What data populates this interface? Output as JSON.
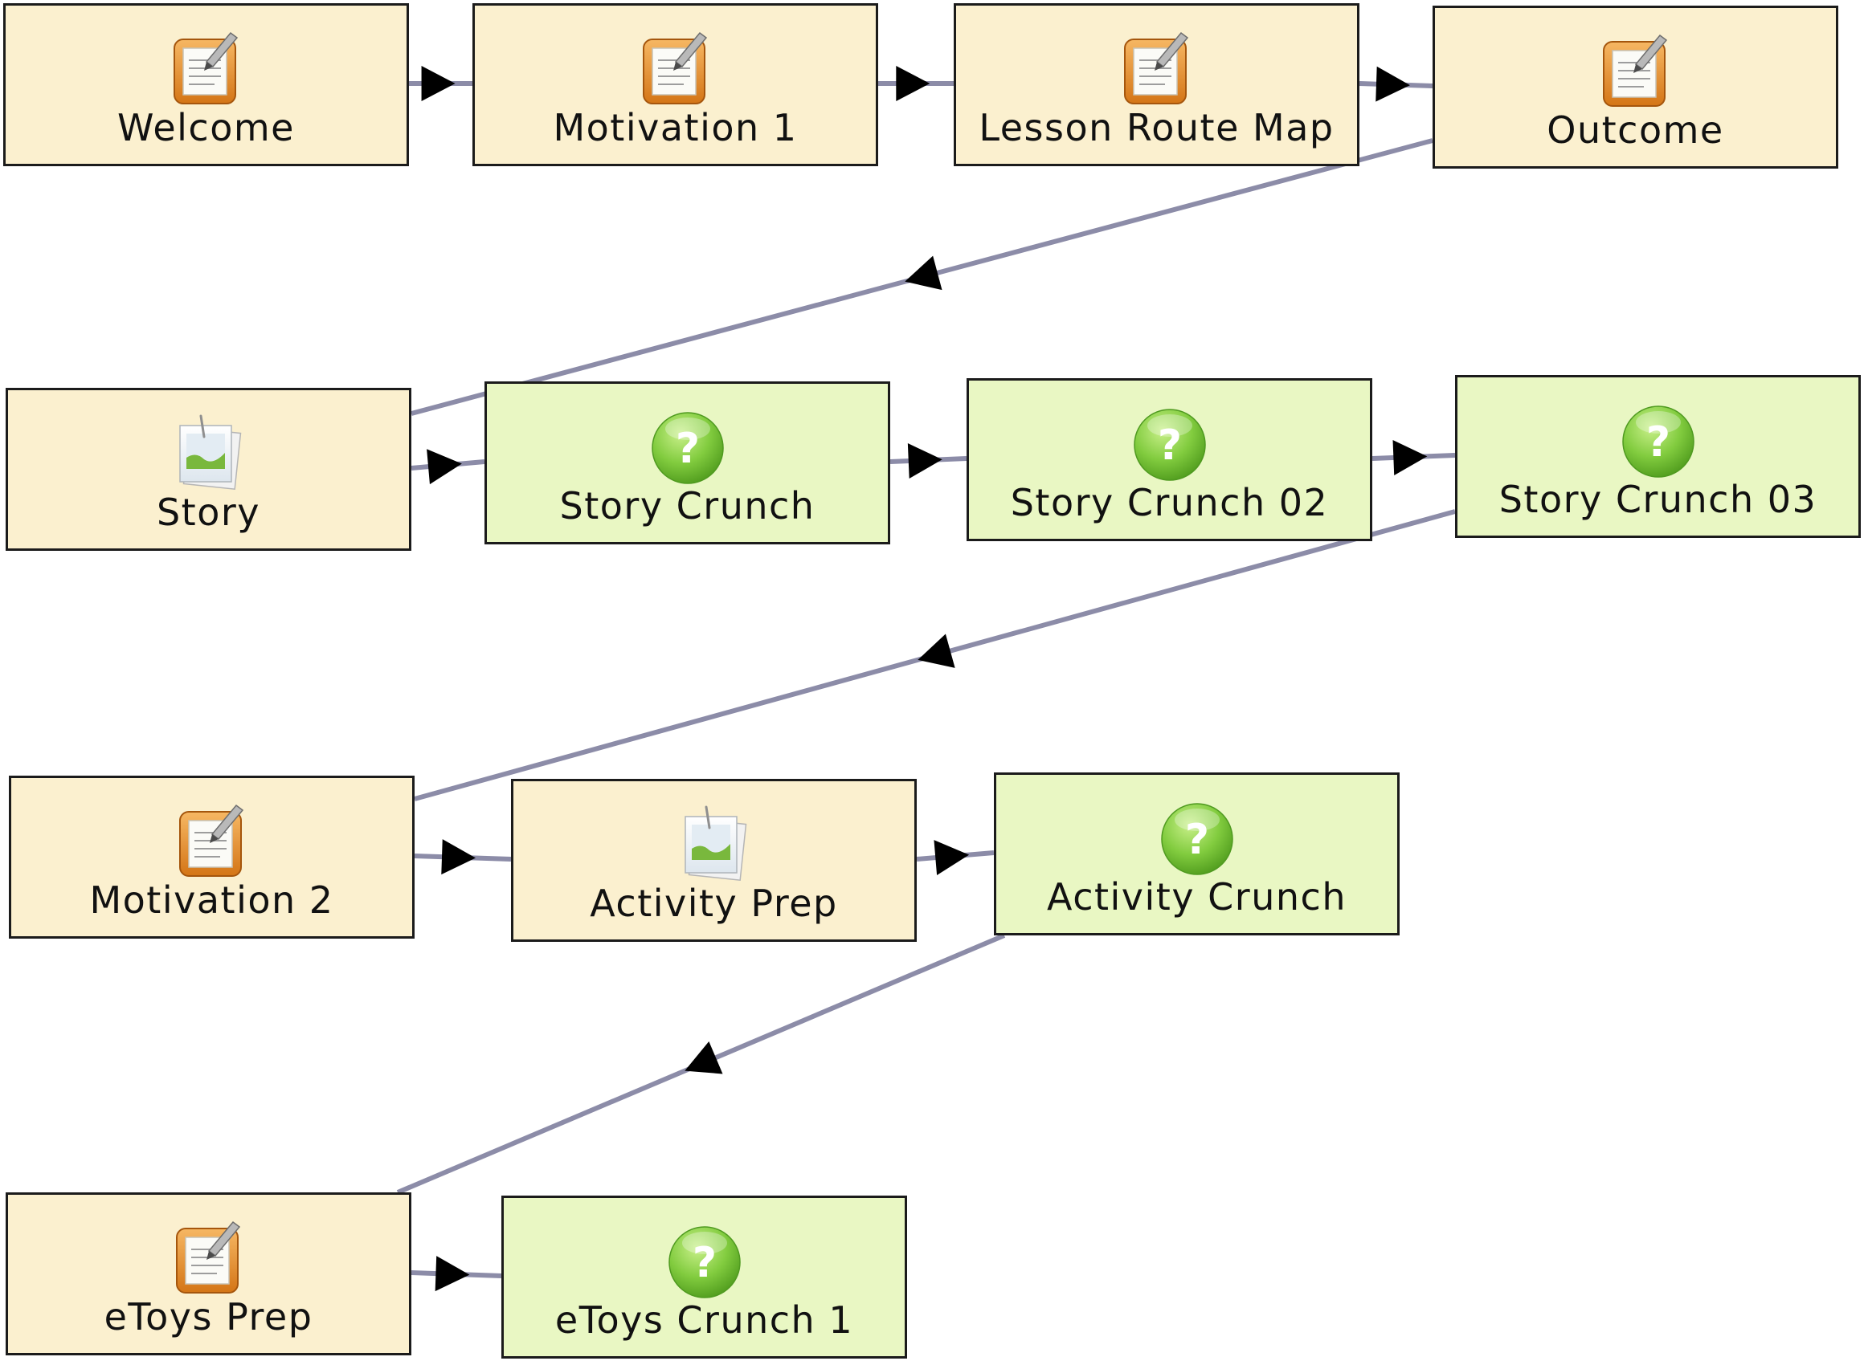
{
  "colors": {
    "activity_fill": "#fbf0cf",
    "question_fill": "#e9f7c3",
    "node_border": "#1b1b1b",
    "connector": "#8c8ca8",
    "arrowhead": "#000000"
  },
  "nodes": [
    {
      "label": "Welcome",
      "icon": "notepad-icon"
    },
    {
      "label": "Motivation 1",
      "icon": "notepad-icon"
    },
    {
      "label": "Lesson Route Map",
      "icon": "notepad-icon"
    },
    {
      "label": "Outcome",
      "icon": "notepad-icon"
    },
    {
      "label": "Story",
      "icon": "image-icon"
    },
    {
      "label": "Story Crunch",
      "icon": "question-icon"
    },
    {
      "label": "Story Crunch 02",
      "icon": "question-icon"
    },
    {
      "label": "Story Crunch 03",
      "icon": "question-icon"
    },
    {
      "label": "Motivation 2",
      "icon": "notepad-icon"
    },
    {
      "label": "Activity Prep",
      "icon": "image-icon"
    },
    {
      "label": "Activity Crunch",
      "icon": "question-icon"
    },
    {
      "label": "eToys Prep",
      "icon": "notepad-icon"
    },
    {
      "label": "eToys Crunch 1",
      "icon": "question-icon"
    }
  ]
}
